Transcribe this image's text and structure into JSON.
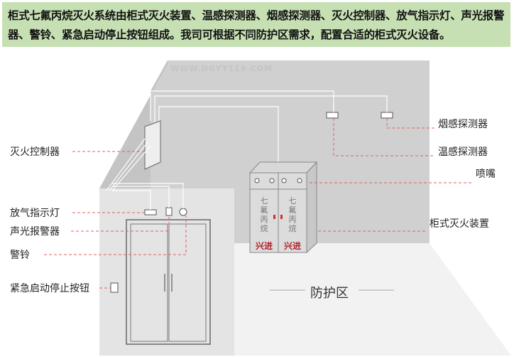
{
  "header": {
    "description": "柜式七氟丙烷灭火系统由柜式灭火装置、温感探测器、烟感探测器、灭火控制器、放气指示灯、声光报警器、警铃、紧急启动停止按钮组成。我司可根据不同防护区需求，配置合适的柜式灭火设备。"
  },
  "watermark": "WWW.DGYY119.COM",
  "labels": {
    "controller": "灭火控制器",
    "release_light": "放气指示灯",
    "alarm": "声光报警器",
    "bell": "警铃",
    "emergency_button": "紧急启动停止按钮",
    "smoke_detector": "烟感探测器",
    "heat_detector": "温感探测器",
    "nozzle": "喷嘴",
    "cabinet_unit": "柜式灭火装置",
    "zone": "防护区"
  },
  "cabinet": {
    "agent_text": [
      "七",
      "氟",
      "丙",
      "烷"
    ],
    "brand": "兴进"
  },
  "colors": {
    "header_bg": "#c6e0b4",
    "dash": "#e06060",
    "wall": "#d0d0d0"
  }
}
